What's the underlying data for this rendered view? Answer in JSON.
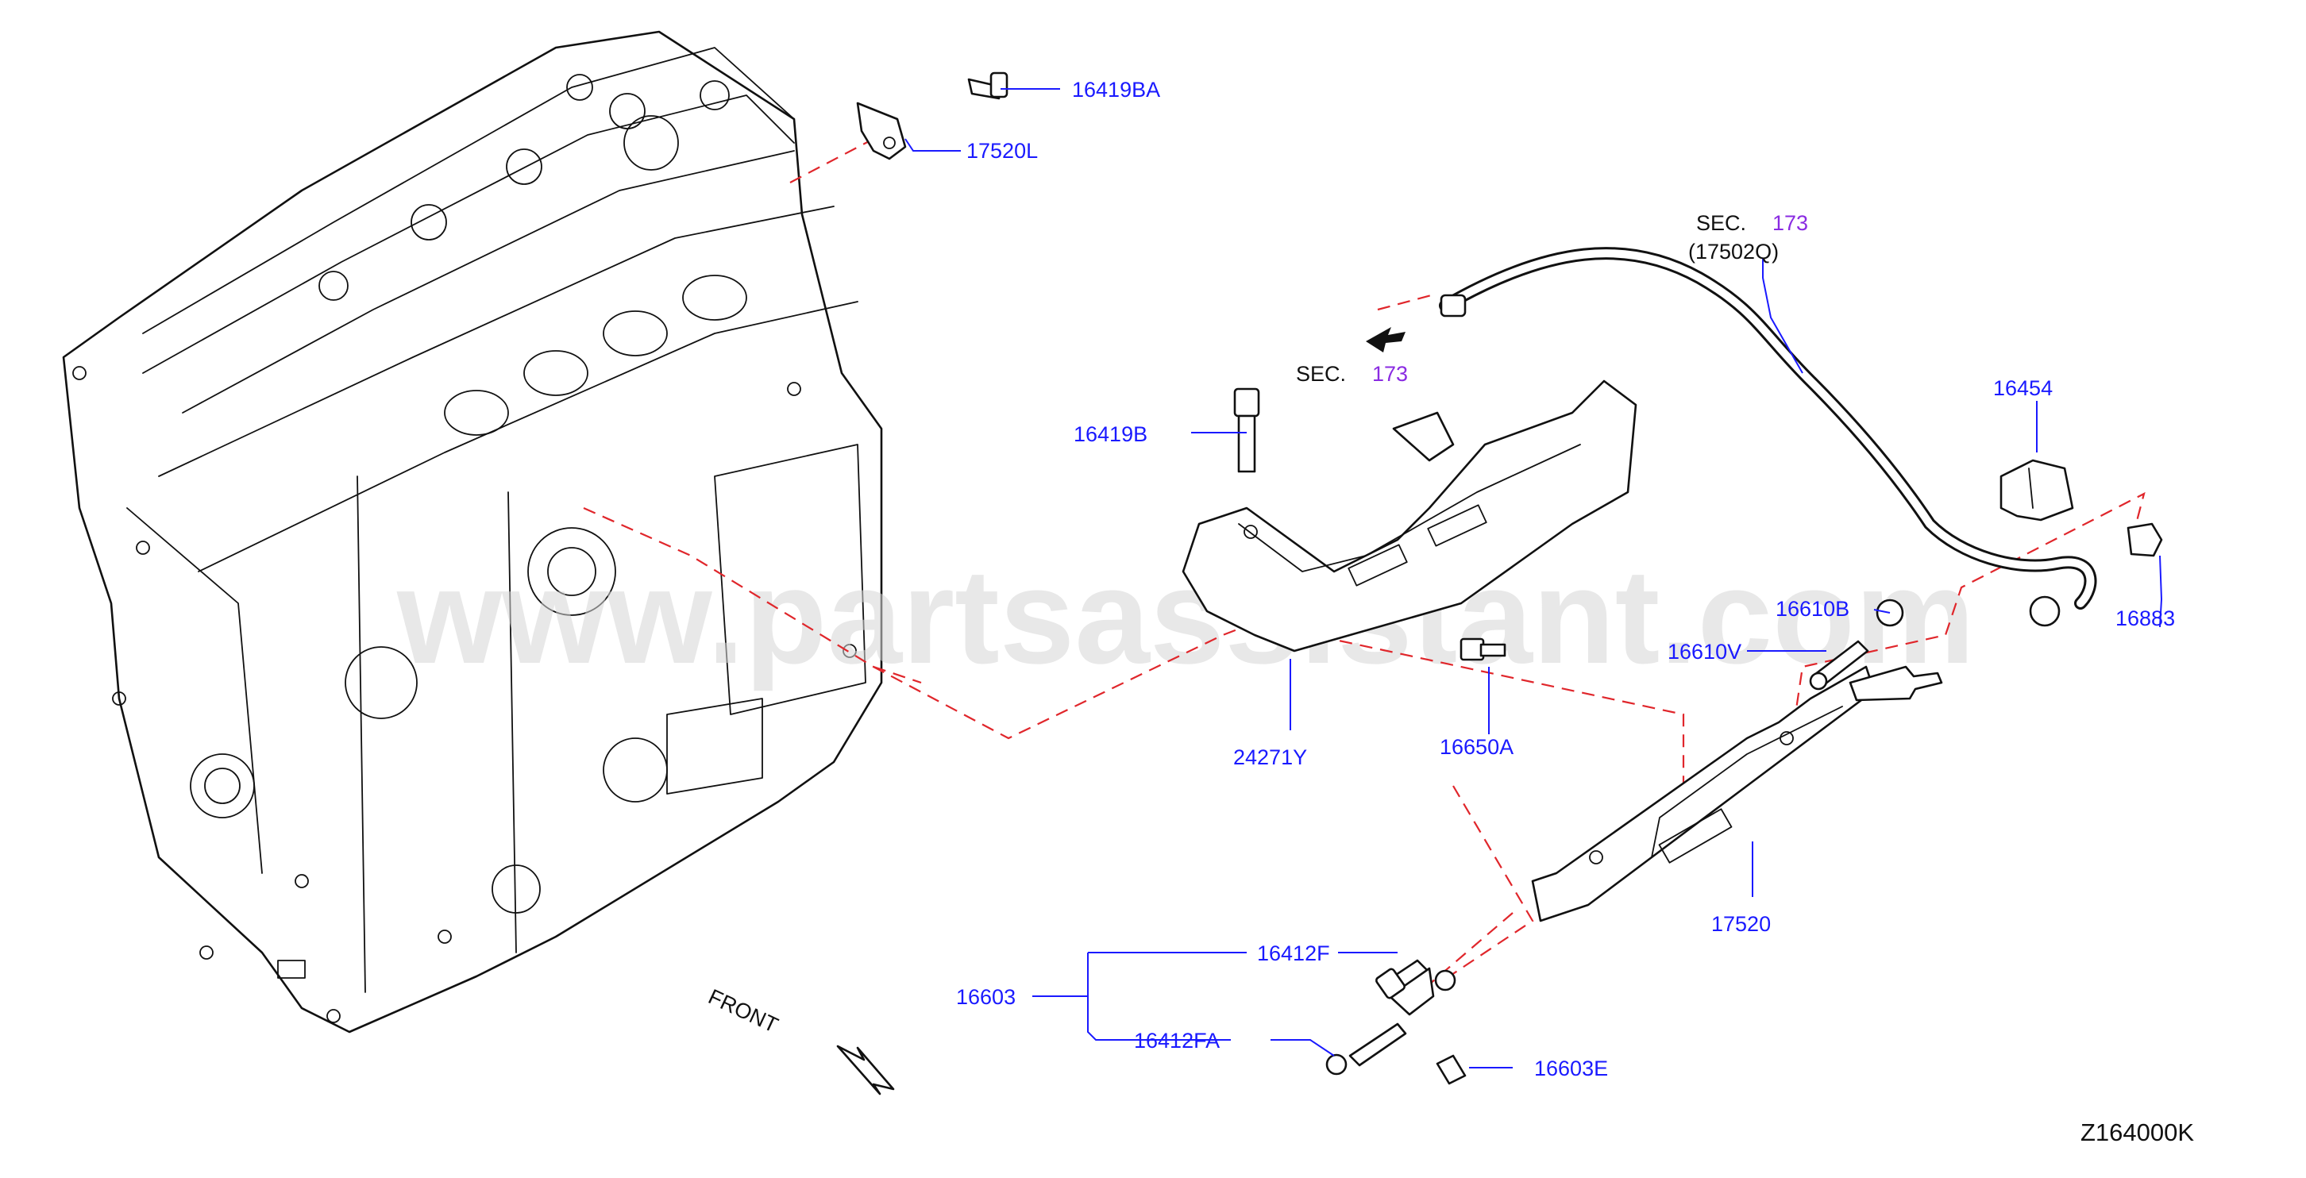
{
  "watermark": "www.partsassistant.com",
  "diagram_code": "Z164000K",
  "front_label": "FRONT",
  "section_refs": {
    "upper": {
      "prefix": "SEC.",
      "number": "173",
      "sub": "(17502Q)"
    },
    "lower": {
      "prefix": "SEC.",
      "number": "173"
    }
  },
  "part_labels": {
    "p16419BA": "16419BA",
    "p17520L": "17520L",
    "p16419B": "16419B",
    "p16454": "16454",
    "p16610B": "16610B",
    "p16610V": "16610V",
    "p16883": "16883",
    "p24271Y": "24271Y",
    "p16650A": "16650A",
    "p17520": "17520",
    "p16412F": "16412F",
    "p16603": "16603",
    "p16412FA": "16412FA",
    "p16603E": "16603E"
  },
  "colors": {
    "label": "#1a1aff",
    "section_number": "#8a2be2",
    "dashed_guide": "#e0262b",
    "line_art": "#111111"
  }
}
